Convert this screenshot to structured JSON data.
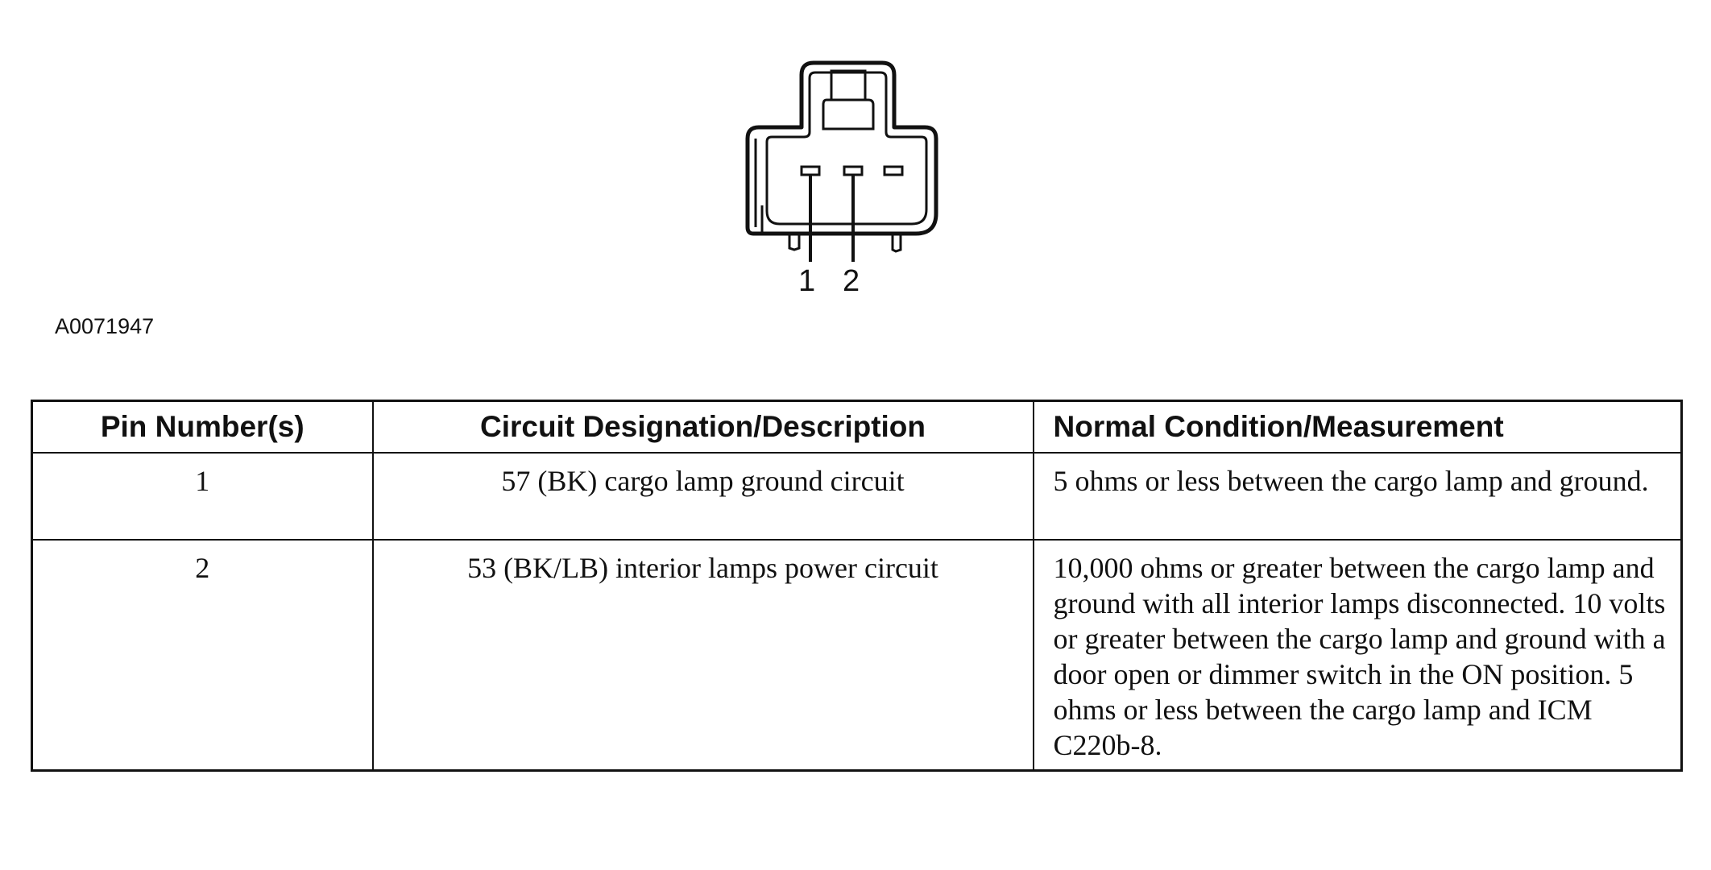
{
  "connector": {
    "pin_labels": [
      "1",
      "2"
    ]
  },
  "figure_id": "A0071947",
  "table": {
    "headers": {
      "pin": "Pin Number(s)",
      "description": "Circuit Designation/Description",
      "condition": "Normal Condition/Measurement"
    },
    "rows": [
      {
        "pin": "1",
        "description": "57 (BK) cargo lamp ground circuit",
        "condition": "5 ohms or less between the cargo lamp and ground."
      },
      {
        "pin": "2",
        "description": "53 (BK/LB) interior lamps power circuit",
        "condition": "10,000 ohms or greater between the cargo lamp and ground with all interior lamps disconnected. 10 volts or greater between the cargo lamp and ground with a door open or dimmer switch in the ON position. 5 ohms or less between the cargo lamp and  ICM C220b-8."
      }
    ]
  }
}
